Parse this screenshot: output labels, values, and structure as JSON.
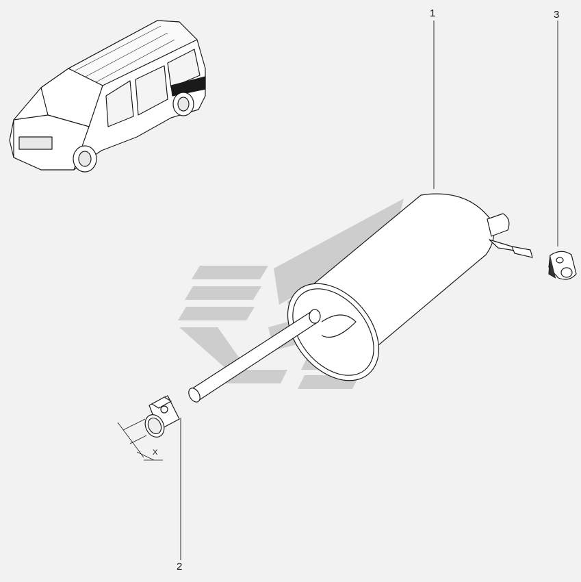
{
  "callouts": {
    "muffler": "1",
    "clamp": "2",
    "rubber_mount": "3"
  },
  "dimension_label": "X",
  "colors": {
    "background": "#f2f2f2",
    "line": "#1a1a1a",
    "watermark": "#c9c9c9"
  }
}
